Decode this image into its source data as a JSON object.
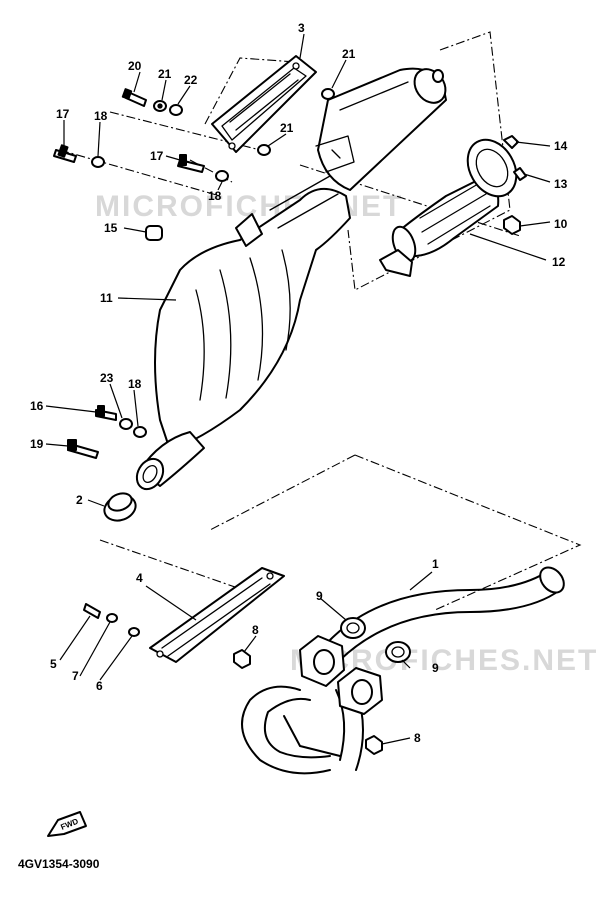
{
  "watermark": "MICROFICHES.NET",
  "diagram_code": "4GV1354-3090",
  "fwd_label": "FWD",
  "callouts": {
    "c1": "1",
    "c2": "2",
    "c3": "3",
    "c4": "4",
    "c5": "5",
    "c6": "6",
    "c7": "7",
    "c8a": "8",
    "c8b": "8",
    "c9a": "9",
    "c9b": "9",
    "c10": "10",
    "c11": "11",
    "c12": "12",
    "c13": "13",
    "c14": "14",
    "c15": "15",
    "c16": "16",
    "c17a": "17",
    "c17b": "17",
    "c18a": "18",
    "c18b": "18",
    "c18c": "18",
    "c19": "19",
    "c20": "20",
    "c21a": "21",
    "c21b": "21",
    "c21c": "21",
    "c22": "22",
    "c23": "23"
  }
}
